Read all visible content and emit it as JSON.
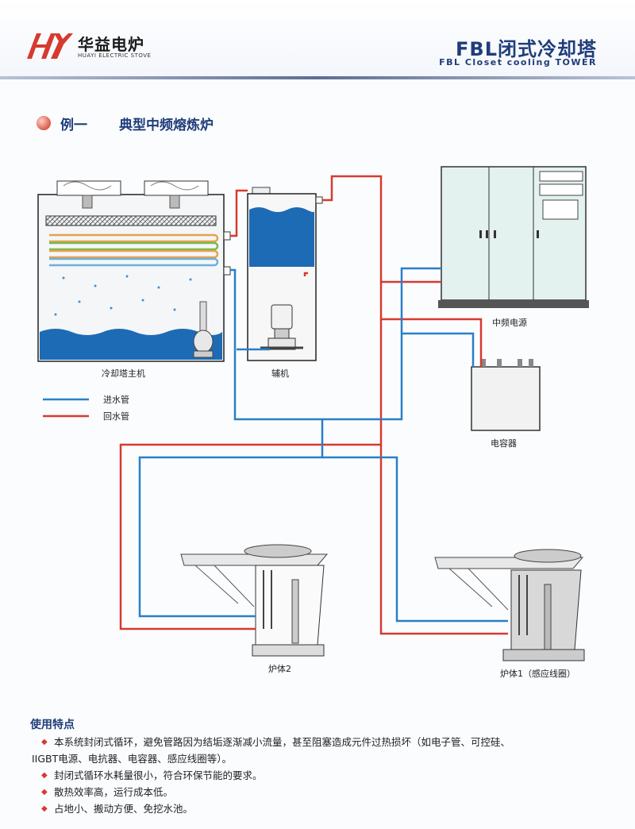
{
  "brand": {
    "name": "华益电炉",
    "subtitle": "HUAYI ELECTRIC STOVE"
  },
  "document": {
    "title": "FBL闭式冷却塔",
    "subtitle": "FBL Closet cooling TOWER"
  },
  "example": {
    "label": "例一",
    "title": "典型中频熔炼炉"
  },
  "diagram": {
    "labels": {
      "cooling_tower": "冷却塔主机",
      "aux_unit": "辅机",
      "power_supply": "中频电源",
      "capacitor": "电容器",
      "furnace2": "炉体2",
      "furnace1": "炉体1（感应线圈）"
    },
    "legend": [
      {
        "label": "进水管",
        "color": "#2a7fc8"
      },
      {
        "label": "回水管",
        "color": "#d63a2f"
      }
    ]
  },
  "features": {
    "title": "使用特点",
    "items": [
      "本系统封闭式循环，避免管路因为结垢逐渐减小流量，甚至阻塞造成元件过热损坏（如电子管、可控硅、",
      "IIGBT电源、电抗器、电容器、感应线圈等）。",
      "封闭式循环水耗量很小，符合环保节能的要求。",
      "散热效率高，运行成本低。",
      "占地小、搬动方便、免挖水池。"
    ]
  },
  "colors": {
    "inlet": "#2a7fc8",
    "return": "#d63a2f",
    "water": "#1d6bb5",
    "heading": "#1f3d7a"
  }
}
